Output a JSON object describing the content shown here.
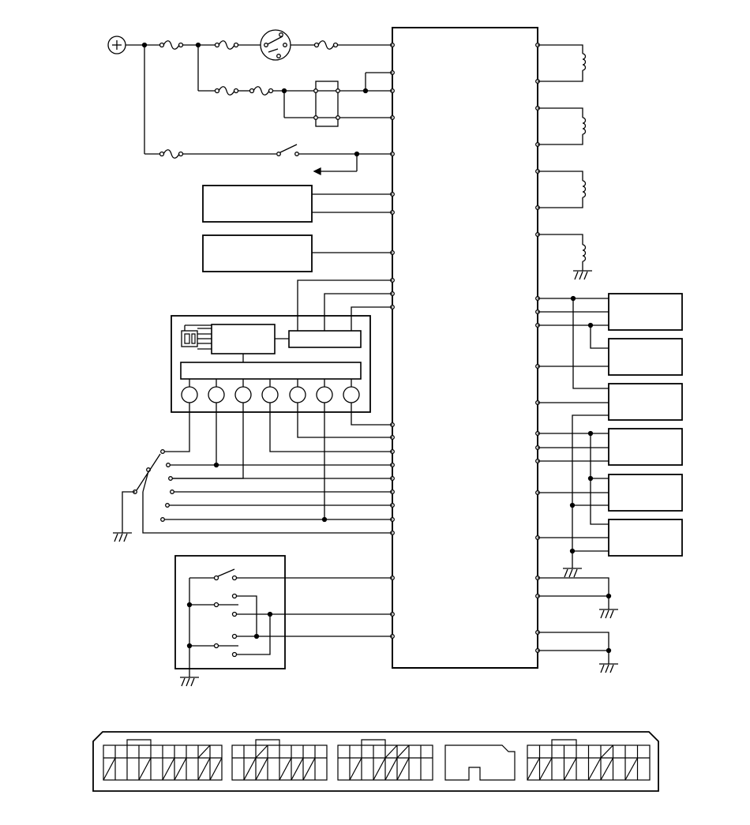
{
  "diagram": {
    "stroke_color": "#000000",
    "background_color": "#ffffff",
    "components": {
      "battery": "battery-positive-icon",
      "fuses": "fuse-icon",
      "ignition_switch": "ignition-switch-icon",
      "relay": "relay-icon",
      "ecu": "control-module",
      "solenoids": "solenoid-coil-icon",
      "sensors": "sensor-box",
      "instrument_cluster": "combination-meter",
      "selector_switch": "rotary-selector-switch-icon",
      "mode_switch": "mode-switch-assembly",
      "ground": "ground-icon",
      "connector": "ecu-connector-face"
    },
    "labels": []
  }
}
